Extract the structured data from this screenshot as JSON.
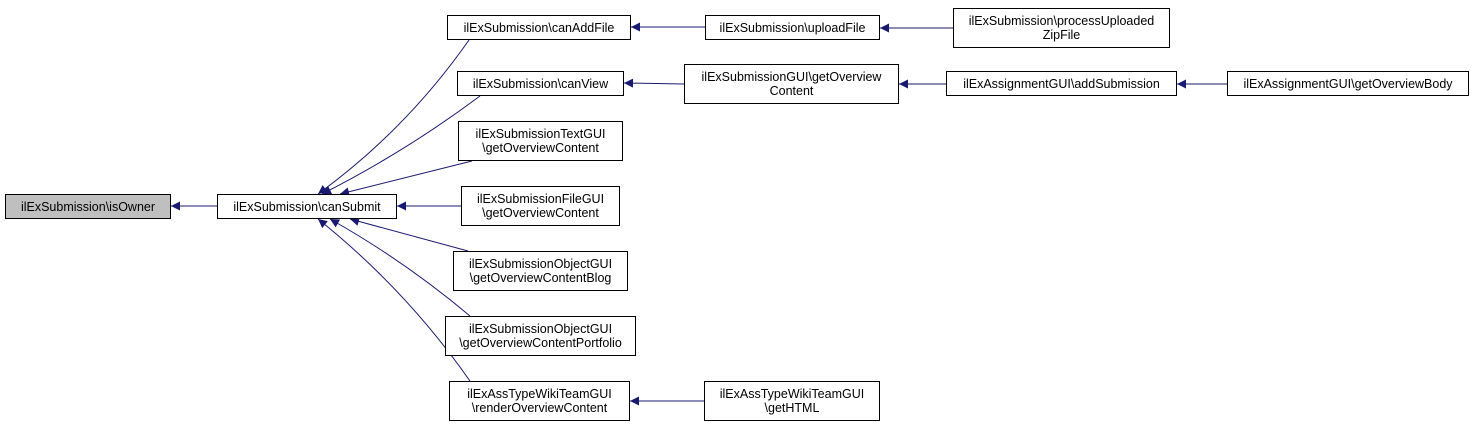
{
  "colors": {
    "edge": "#191970",
    "node_border": "#000000",
    "node_fill": "#ffffff",
    "focus_fill": "#bfbfbf"
  },
  "nodes": [
    {
      "id": "isOwner",
      "lines": [
        "ilExSubmission\\isOwner"
      ],
      "focus": true
    },
    {
      "id": "canSubmit",
      "lines": [
        "ilExSubmission\\canSubmit"
      ]
    },
    {
      "id": "canAddFile",
      "lines": [
        "ilExSubmission\\canAddFile"
      ]
    },
    {
      "id": "canView",
      "lines": [
        "ilExSubmission\\canView"
      ]
    },
    {
      "id": "textGUI",
      "lines": [
        "ilExSubmissionTextGUI",
        "\\getOverviewContent"
      ]
    },
    {
      "id": "fileGUI",
      "lines": [
        "ilExSubmissionFileGUI",
        "\\getOverviewContent"
      ]
    },
    {
      "id": "objBlog",
      "lines": [
        "ilExSubmissionObjectGUI",
        "\\getOverviewContentBlog"
      ]
    },
    {
      "id": "objPortfolio",
      "lines": [
        "ilExSubmissionObjectGUI",
        "\\getOverviewContentPortfolio"
      ]
    },
    {
      "id": "wikiRender",
      "lines": [
        "ilExAssTypeWikiTeamGUI",
        "\\renderOverviewContent"
      ]
    },
    {
      "id": "uploadFile",
      "lines": [
        "ilExSubmission\\uploadFile"
      ]
    },
    {
      "id": "subGUIOverview",
      "lines": [
        "ilExSubmissionGUI\\getOverview",
        "Content"
      ]
    },
    {
      "id": "wikiGetHTML",
      "lines": [
        "ilExAssTypeWikiTeamGUI",
        "\\getHTML"
      ]
    },
    {
      "id": "processZip",
      "lines": [
        "ilExSubmission\\processUploaded",
        "ZipFile"
      ]
    },
    {
      "id": "addSubmission",
      "lines": [
        "ilExAssignmentGUI\\addSubmission"
      ]
    },
    {
      "id": "overviewBody",
      "lines": [
        "ilExAssignmentGUI\\getOverviewBody"
      ]
    }
  ],
  "edges": [
    {
      "from": "canSubmit",
      "to": "isOwner"
    },
    {
      "from": "canAddFile",
      "to": "canSubmit"
    },
    {
      "from": "canView",
      "to": "canSubmit"
    },
    {
      "from": "textGUI",
      "to": "canSubmit"
    },
    {
      "from": "fileGUI",
      "to": "canSubmit"
    },
    {
      "from": "objBlog",
      "to": "canSubmit"
    },
    {
      "from": "objPortfolio",
      "to": "canSubmit"
    },
    {
      "from": "wikiRender",
      "to": "canSubmit"
    },
    {
      "from": "uploadFile",
      "to": "canAddFile"
    },
    {
      "from": "processZip",
      "to": "uploadFile"
    },
    {
      "from": "subGUIOverview",
      "to": "canView"
    },
    {
      "from": "addSubmission",
      "to": "subGUIOverview"
    },
    {
      "from": "overviewBody",
      "to": "addSubmission"
    },
    {
      "from": "wikiGetHTML",
      "to": "wikiRender"
    }
  ]
}
